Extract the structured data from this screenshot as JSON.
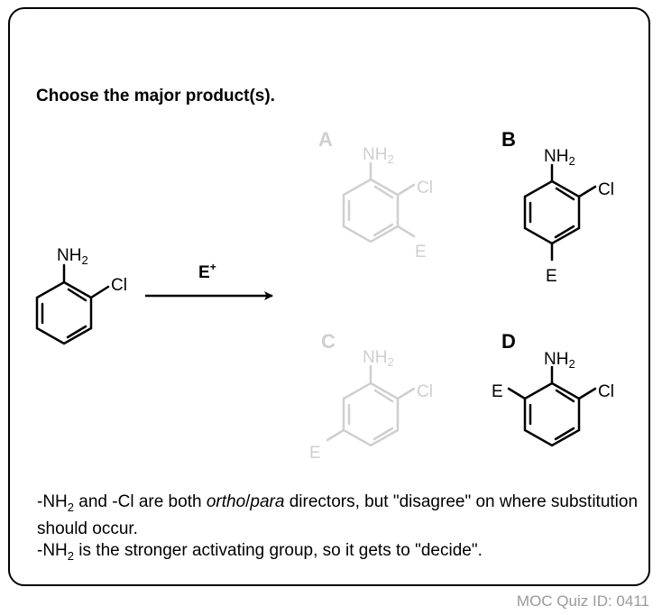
{
  "question": "Choose the major product(s).",
  "reagent": "E",
  "reagent_charge": "+",
  "substituents": {
    "nh2": "NH",
    "nh2_sub": "2",
    "cl": "Cl",
    "e": "E"
  },
  "options": [
    {
      "id": "A",
      "label": "A",
      "state": "faded"
    },
    {
      "id": "B",
      "label": "B",
      "state": "correct"
    },
    {
      "id": "C",
      "label": "C",
      "state": "faded"
    },
    {
      "id": "D",
      "label": "D",
      "state": "correct"
    }
  ],
  "colors": {
    "active": "#000000",
    "faded": "#cfcfcf",
    "footer": "#9a9a9a"
  },
  "explanation": {
    "line1_pre": "-NH",
    "line1_sub": "2",
    "line1_mid": " and -Cl are both ",
    "line1_italic1": "ortho",
    "line1_slash": "/",
    "line1_italic2": "para",
    "line1_post": " directors, but \"disagree\" on where substitution should occur.",
    "line2_pre": "-NH",
    "line2_sub": "2",
    "line2_post": " is the stronger activating group, so it gets to \"decide\"."
  },
  "footer": "MOC Quiz ID: 0411"
}
